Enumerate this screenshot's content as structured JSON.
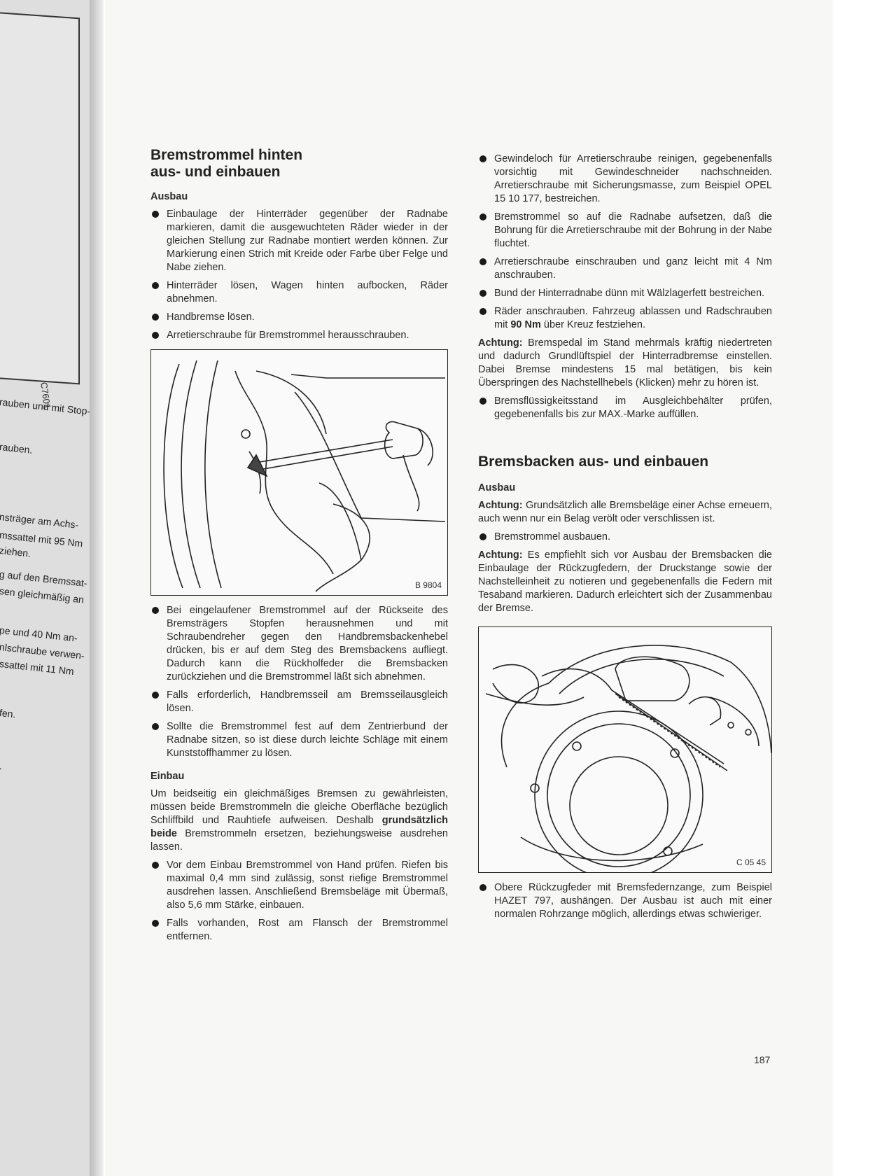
{
  "prev_page": {
    "fig_code": "C7601",
    "lines": [
      "rauben und mit Stop-",
      "rauben.",
      "nsträger am Achs-",
      "mssattel mit 95 Nm",
      "ziehen.",
      "g auf den Bremssat-",
      "sen gleichmäßig an",
      "pe und 40 Nm an-",
      "nlschraube verwen-",
      "ssattel mit 11 Nm",
      "fen.",
      "."
    ]
  },
  "left": {
    "title_line1": "Bremstrommel hinten",
    "title_line2": "aus- und einbauen",
    "ausbau_heading": "Ausbau",
    "bullets_a": [
      "Einbaulage der Hinterräder gegenüber der Radnabe markieren, damit die ausgewuchteten Räder wieder in der gleichen Stellung zur Radnabe montiert werden können. Zur Markierung einen Strich mit Kreide oder Farbe über Felge und Nabe ziehen.",
      "Hinterräder lösen, Wagen hinten aufbocken, Räder abnehmen.",
      "Handbremse lösen.",
      "Arretierschraube für Bremstrommel herausschrauben."
    ],
    "figure_label": "B 9804",
    "bullets_b": [
      "Bei eingelaufener Bremstrommel auf der Rückseite des Bremsträgers Stopfen herausnehmen und mit Schraubendreher gegen den Handbremsbackenhebel drücken, bis er auf dem Steg des Bremsbackens aufliegt. Dadurch kann die Rückholfeder die Bremsbacken zurückziehen und die Bremstrommel läßt sich abnehmen.",
      "Falls erforderlich, Handbremsseil am Bremsseilausgleich lösen.",
      "Sollte die Bremstrommel fest auf dem Zentrierbund der Radnabe sitzen, so ist diese durch leichte Schläge mit einem Kunststoffhammer zu lösen."
    ],
    "einbau_heading": "Einbau",
    "einbau_para_pre": "Um beidseitig ein gleichmäßiges Bremsen zu gewährleisten, müssen beide Bremstrommeln die gleiche Oberfläche bezüglich Schliffbild und Rauhtiefe aufweisen. Deshalb ",
    "einbau_para_bold": "grundsätzlich beide",
    "einbau_para_post": " Bremstrommeln ersetzen, beziehungsweise ausdrehen lassen.",
    "bullets_c": [
      "Vor dem Einbau Bremstrommel von Hand prüfen. Riefen bis maximal 0,4 mm sind zulässig, sonst riefige Bremstrommel ausdrehen lassen. Anschließend Bremsbeläge mit Übermaß, also 5,6 mm Stärke, einbauen.",
      "Falls vorhanden, Rost am Flansch der Bremstrommel entfernen."
    ]
  },
  "right": {
    "bullets_a": [
      "Gewindeloch für Arretierschraube reinigen, gegebenenfalls vorsichtig mit Gewindeschneider nachschneiden. Arretierschraube mit Sicherungsmasse, zum Beispiel OPEL 15 10 177, bestreichen.",
      "Bremstrommel so auf die Radnabe aufsetzen, daß die Bohrung für die Arretierschraube mit der Bohrung in der Nabe fluchtet.",
      "Arretierschraube einschrauben und ganz leicht mit 4 Nm anschrauben.",
      "Bund der Hinterradnabe dünn mit Wälzlagerfett bestreichen."
    ],
    "raeder_pre": "Räder anschrauben. Fahrzeug ablassen und Radschrauben mit ",
    "raeder_bold": "90 Nm",
    "raeder_post": " über Kreuz festziehen.",
    "achtung1_label": "Achtung:",
    "achtung1_text": " Bremspedal im Stand mehrmals kräftig niedertreten und dadurch Grundlüftspiel der Hinterradbremse einstellen. Dabei Bremse mindestens 15 mal betätigen, bis kein Überspringen des Nachstellhebels (Klicken) mehr zu hören ist.",
    "bullet_fluid": "Bremsflüssigkeitsstand im Ausgleichbehälter prüfen, gegebenenfalls bis zur MAX.-Marke auffüllen.",
    "title": "Bremsbacken aus- und einbauen",
    "ausbau_heading": "Ausbau",
    "achtung2_label": "Achtung:",
    "achtung2_text": " Grundsätzlich alle Bremsbeläge einer Achse erneuern, auch wenn nur ein Belag verölt oder verschlissen ist.",
    "bullet_ausbauen": "Bremstrommel ausbauen.",
    "achtung3_label": "Achtung:",
    "achtung3_text": " Es empfiehlt sich vor Ausbau der Bremsbacken die Einbaulage der Rückzugfedern, der Druckstange sowie der Nachstelleinheit zu notieren und gegebenenfalls die Federn mit Tesaband markieren. Dadurch erleichtert sich der Zusammenbau der Bremse.",
    "figure_label": "C 05 45",
    "bullet_feder": "Obere Rückzugfeder mit Bremsfedernzange, zum Beispiel HAZET 797, aushängen. Der Ausbau ist auch mit einer normalen Rohrzange möglich, allerdings etwas schwieriger."
  },
  "page_number": "187"
}
